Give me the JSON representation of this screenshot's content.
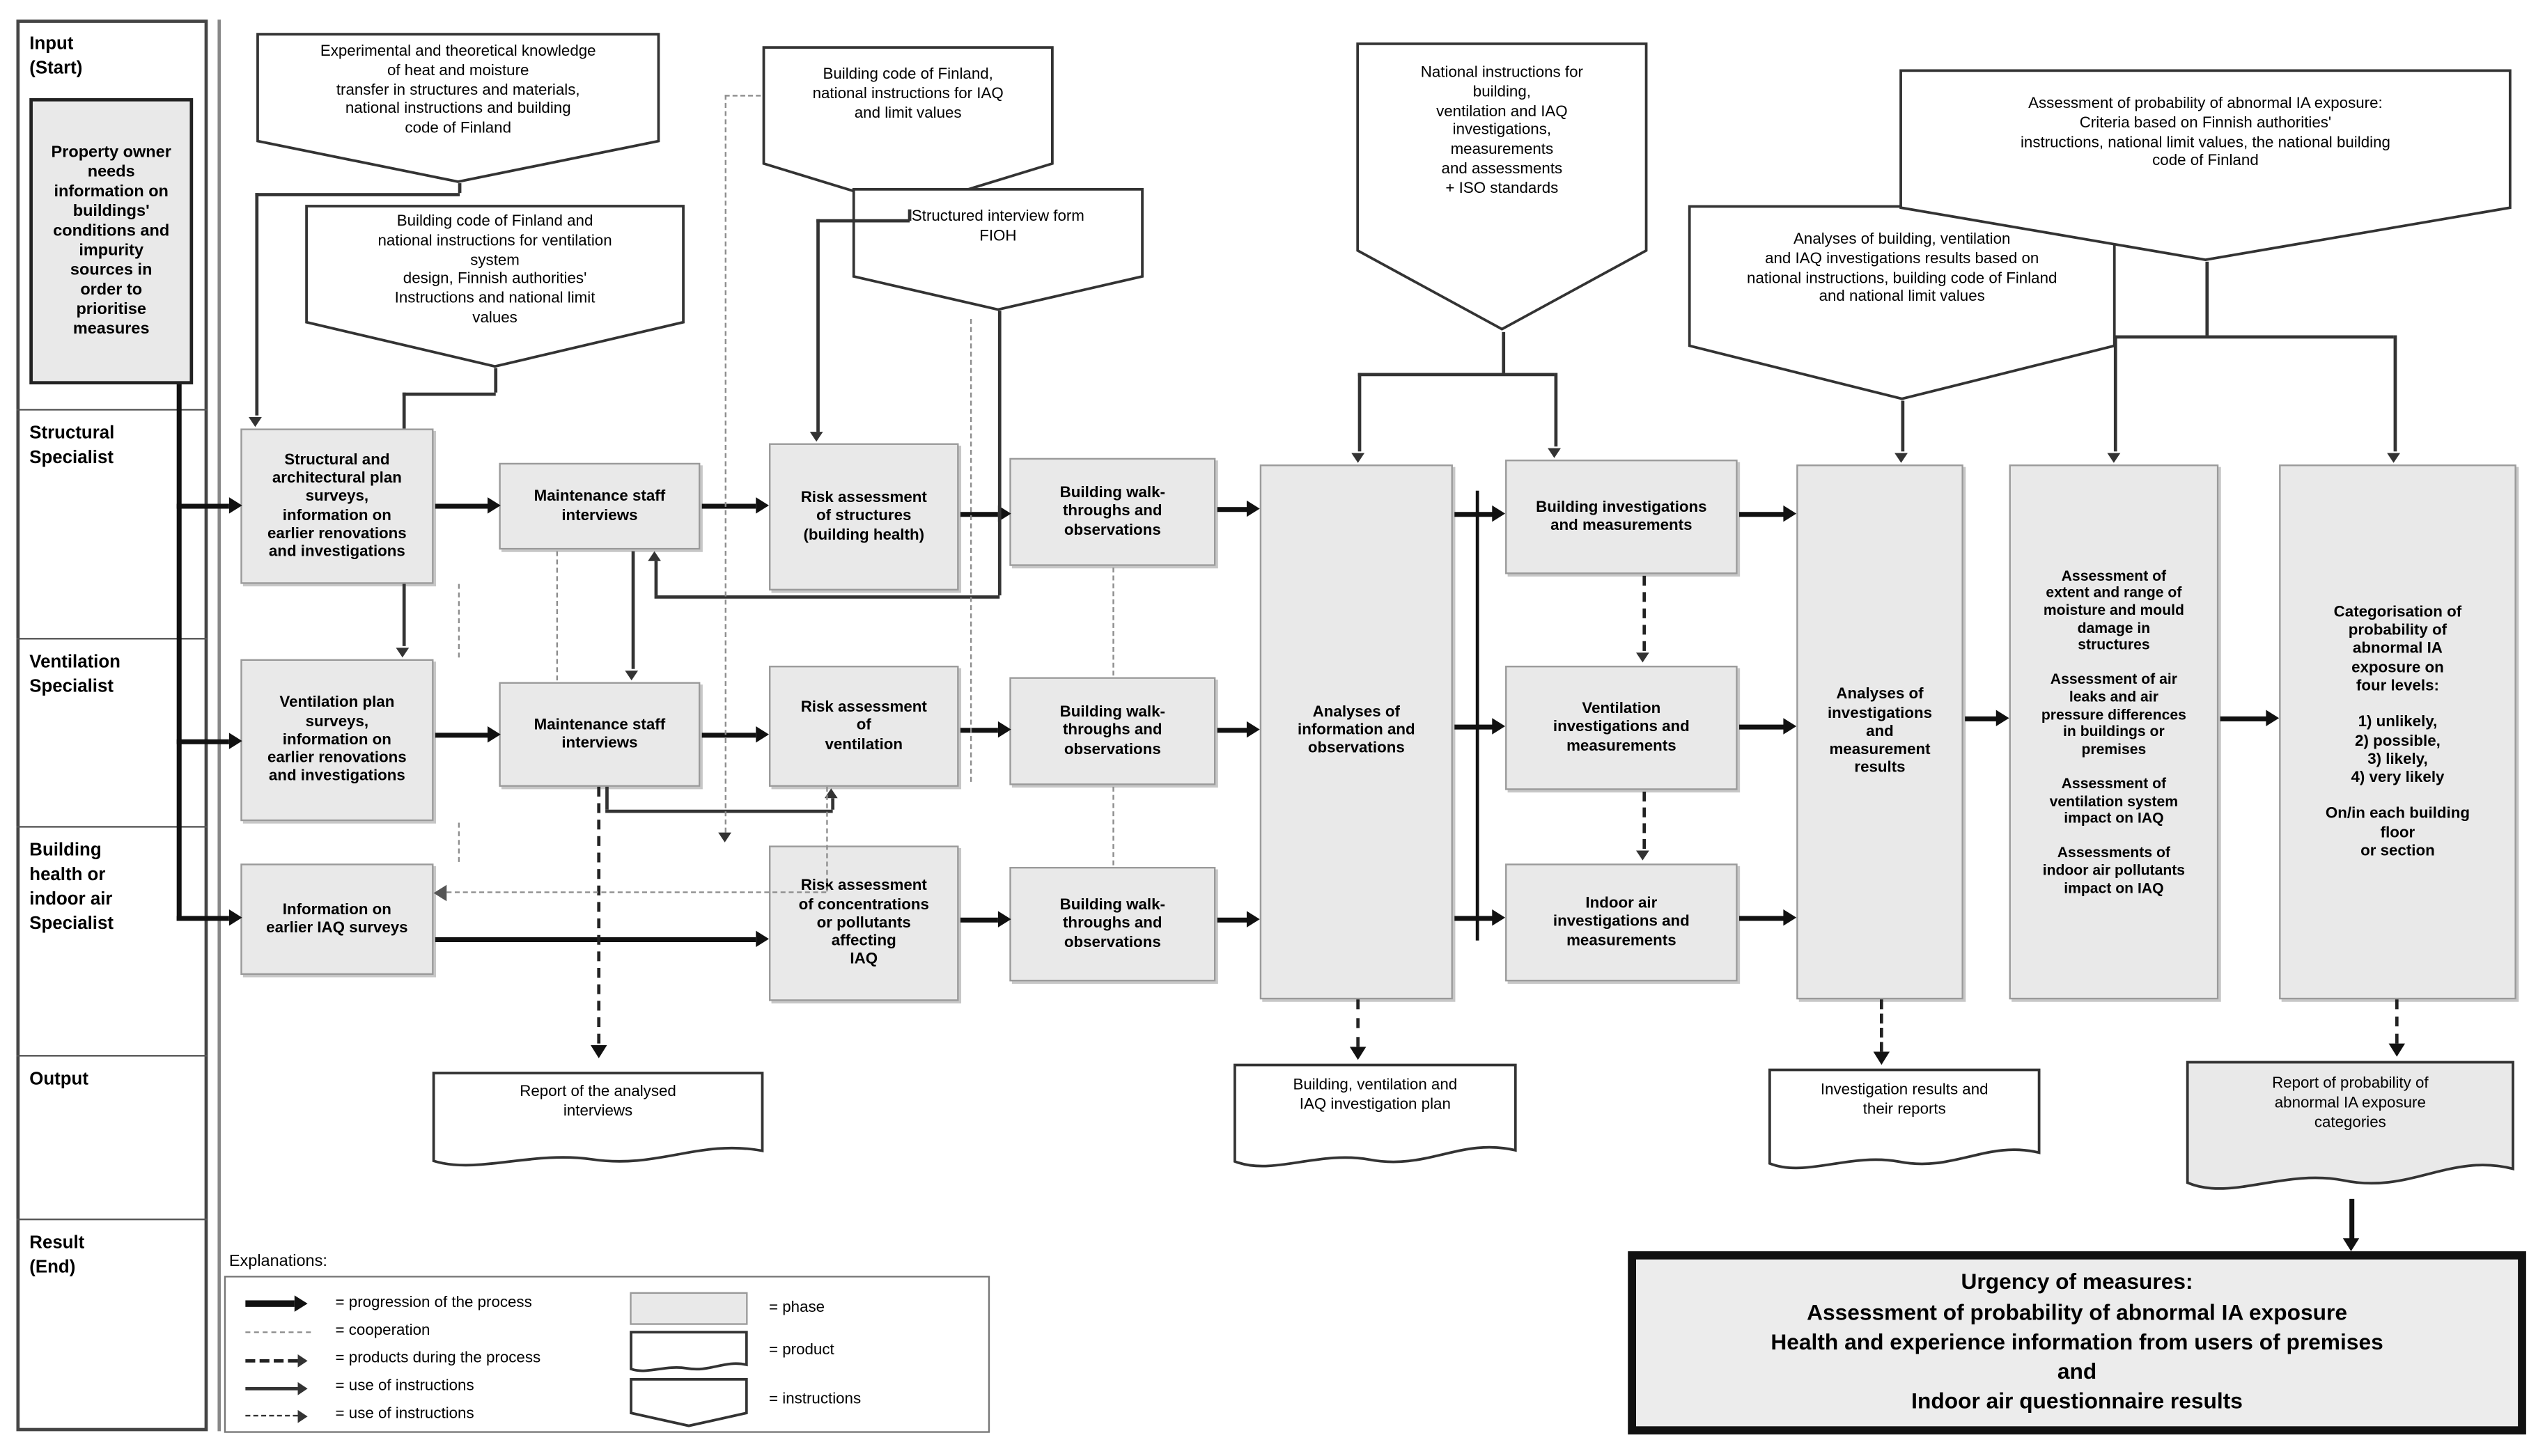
{
  "sidebar": {
    "rows": [
      {
        "label": "Input\n(Start)"
      },
      {
        "label": "Structural\nSpecialist"
      },
      {
        "label": "Ventilation\nSpecialist"
      },
      {
        "label": "Building\nhealth or\nindoor air\nSpecialist"
      },
      {
        "label": "Output"
      },
      {
        "label": "Result\n(End)"
      }
    ],
    "property_box": "Property owner\nneeds\ninformation on\nbuildings'\nconditions and\nimpurity\nsources in\norder to\nprioritise\nmeasures"
  },
  "banners": {
    "b1": "Experimental and theoretical knowledge\nof heat and moisture\ntransfer in structures and materials,\nnational instructions and building\ncode of Finland",
    "b2": "Building code of Finland and\nnational instructions for ventilation\nsystem\ndesign, Finnish authorities'\nInstructions and national limit\nvalues",
    "b3": "Building code of Finland,\nnational instructions for IAQ\nand limit values",
    "b4": "Structured interview form\nFIOH",
    "b5": "National instructions for\nbuilding,\nventilation and IAQ\ninvestigations,\nmeasurements\nand assessments\n+ ISO standards",
    "b6": "Analyses of building, ventilation\nand IAQ investigations results based on\nnational instructions, building code of Finland\nand national limit values",
    "b7": "Assessment of probability of abnormal IA exposure:\nCriteria based on Finnish authorities'\ninstructions, national limit values, the national building\ncode of Finland"
  },
  "phases": {
    "structural_surveys": "Structural and\narchitectural plan\nsurveys,\ninformation on\nearlier renovations\nand investigations",
    "maintenance_interviews_1": "Maintenance staff\ninterviews",
    "risk_structures": "Risk assessment\nof structures\n(building health)",
    "walkthroughs_1": "Building walk-\nthroughs and\nobservations",
    "ventilation_surveys": "Ventilation plan\nsurveys,\ninformation on\nearlier renovations\nand investigations",
    "maintenance_interviews_2": "Maintenance staff\ninterviews",
    "risk_ventilation": "Risk assessment\nof\nventilation",
    "walkthroughs_2": "Building walk-\nthroughs and\nobservations",
    "iaq_info": "Information on\nearlier IAQ surveys",
    "risk_iaq": "Risk assessment\nof concentrations\nor pollutants\naffecting\nIAQ",
    "walkthroughs_3": "Building walk-\nthroughs and\nobservations",
    "analyses_info": "Analyses of\ninformation and\nobservations",
    "building_invest": "Building investigations\nand measurements",
    "ventilation_invest": "Ventilation\ninvestigations and\nmeasurements",
    "indoor_invest": "Indoor air\ninvestigations and\nmeasurements",
    "analyses_results": "Analyses of\ninvestigations\nand\nmeasurement\nresults",
    "assessments": "Assessment of\nextent and range of\nmoisture and mould\ndamage in\nstructures\n\nAssessment of air\nleaks and air\npressure differences\nin buildings or\npremises\n\nAssessment of\nventilation system\nimpact on IAQ\n\nAssessments of\nindoor air pollutants\nimpact on IAQ",
    "categorisation": "Categorisation of\nprobability of\nabnormal IA\nexposure on\nfour levels:\n\n1) unlikely,\n2) possible,\n3) likely,\n4) very likely\n\nOn/in each building\nfloor\nor section"
  },
  "documents": {
    "d1": "Report of the analysed\ninterviews",
    "d2": "Building, ventilation and\nIAQ investigation plan",
    "d3": "Investigation results and\ntheir reports",
    "d4": "Report of probability of\nabnormal IA exposure\ncategories"
  },
  "result_box": "Urgency of measures:\nAssessment of probability of  abnormal IA exposure\nHealth and experience information from users of premises\nand\nIndoor air questionnaire results",
  "legend": {
    "title": "Explanations:",
    "lines": [
      "= progression of the process",
      "= cooperation",
      "= products during the process",
      "= use of instructions",
      "= use of instructions"
    ],
    "shapes": [
      "= phase",
      "= product",
      "= instructions"
    ]
  },
  "colors": {
    "phase_fill": "#e9e9e9",
    "line": "#111111",
    "cooperation": "#8d8d8d"
  }
}
